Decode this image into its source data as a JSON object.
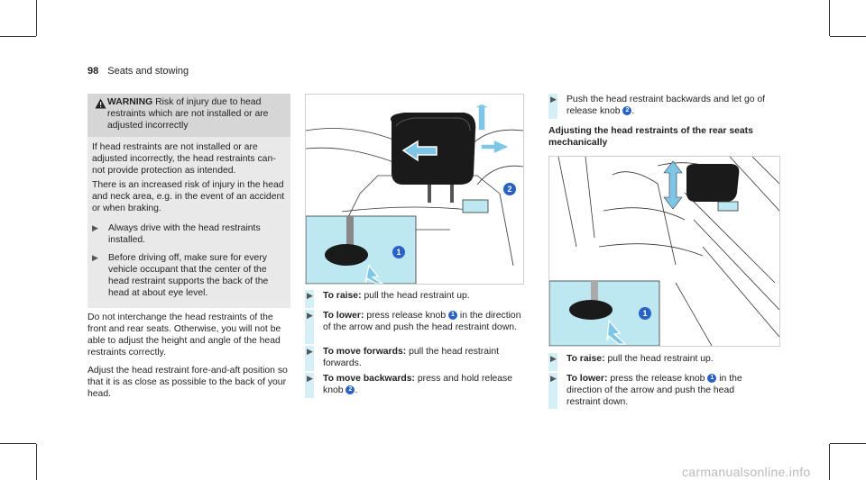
{
  "page": {
    "number": "98",
    "section": "Seats and stowing"
  },
  "warning": {
    "label": "WARNING",
    "title": "Risk of injury due to head restraints which are not installed or are adjusted incorrectly",
    "paras": [
      "If head restraints are not installed or are adjusted incorrectly, the head restraints can-not provide protection as intended.",
      "There is an increased risk of injury in the head and neck area, e.g. in the event of an accident or when braking."
    ],
    "bullets": [
      "Always drive with the head restraints installed.",
      "Before driving off, make sure for every vehicle occupant that the center of the head restraint supports the back of the head at about eye level."
    ]
  },
  "left_paras": [
    "Do not interchange the head restraints of the front and rear seats. Otherwise, you will not be able to adjust the height and angle of the head restraints correctly.",
    "Adjust the head restraint fore-and-aft position so that it is as close as possible to the back of your head."
  ],
  "middle": {
    "steps": [
      {
        "label": "To raise:",
        "text": "pull the head restraint up."
      },
      {
        "label": "To lower:",
        "text": "press release knob",
        "callout": "1",
        "text2": "in the direction of the arrow and push the head restraint down."
      },
      {
        "label": "To move forwards:",
        "text": "pull the head restraint forwards."
      },
      {
        "label": "To move backwards:",
        "text": "press and hold release knob",
        "callout": "2",
        "text2": "."
      }
    ]
  },
  "right": {
    "intro": {
      "text": "Push the head restraint backwards and let go of release knob",
      "callout": "2",
      "text2": "."
    },
    "heading": "Adjusting the head restraints of the rear seats mechanically",
    "steps": [
      {
        "label": "To raise:",
        "text": "pull the head restraint up."
      },
      {
        "label": "To lower:",
        "text": "press the release knob",
        "callout": "1",
        "text2": "in the direction of the arrow and push the head restraint down."
      }
    ]
  },
  "figure1": {
    "callouts": [
      "1",
      "2"
    ]
  },
  "figure2": {
    "callouts": [
      "1"
    ]
  },
  "colors": {
    "accent_blue": "#2a62c4",
    "cyan_fill": "#bde8f1",
    "arrow_blue": "#7fc6e6",
    "bullet_bg": "#d4eff6"
  },
  "footer": "carmanualsonline.info"
}
